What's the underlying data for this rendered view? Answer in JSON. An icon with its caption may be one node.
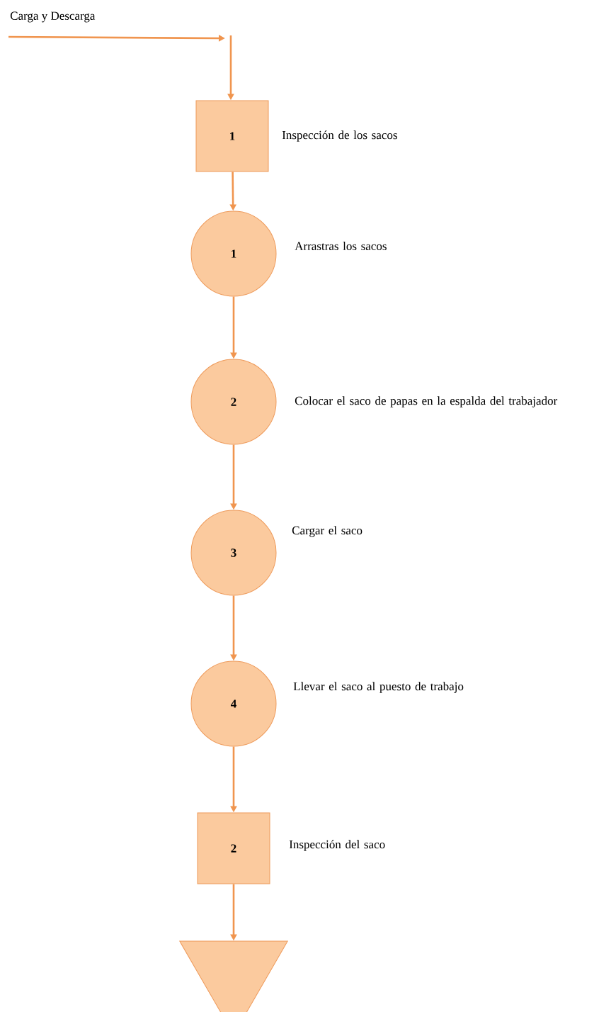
{
  "diagram": {
    "nodes": [
      {
        "text": [
          "1"
        ],
        "beside": [
          "Inspección de los sacos"
        ]
      },
      {
        "text": [
          "1"
        ],
        "beside": [
          "Arrastras los sacos"
        ]
      },
      {
        "text": [
          "2"
        ],
        "beside": [
          "Colocar el saco de papas en la espalda del trabajador"
        ]
      },
      {
        "text": [
          "3"
        ],
        "beside": [
          "Cargar el saco"
        ]
      },
      {
        "text": [
          "4"
        ],
        "beside": [
          "Llevar el saco al puesto de trabajo"
        ]
      },
      {
        "text": [
          "2"
        ],
        "beside": [
          "Inspección del saco"
        ]
      },
      {
        "text": [],
        "shape": "triangle"
      }
    ],
    "edges": [
      {
        "from": null,
        "to": 0,
        "arrow": "to"
      },
      {
        "from": 0,
        "to": 1,
        "arrow": "to"
      },
      {
        "from": 1,
        "to": 2,
        "arrow": "to"
      },
      {
        "from": 2,
        "to": 3,
        "arrow": "to"
      },
      {
        "from": 3,
        "to": 4,
        "arrow": "to"
      },
      {
        "from": 4,
        "to": 5,
        "arrow": "to"
      },
      {
        "from": 5,
        "to": 6,
        "arrow": "to"
      }
    ],
    "labels": [
      "Carga y Descarga"
    ]
  }
}
